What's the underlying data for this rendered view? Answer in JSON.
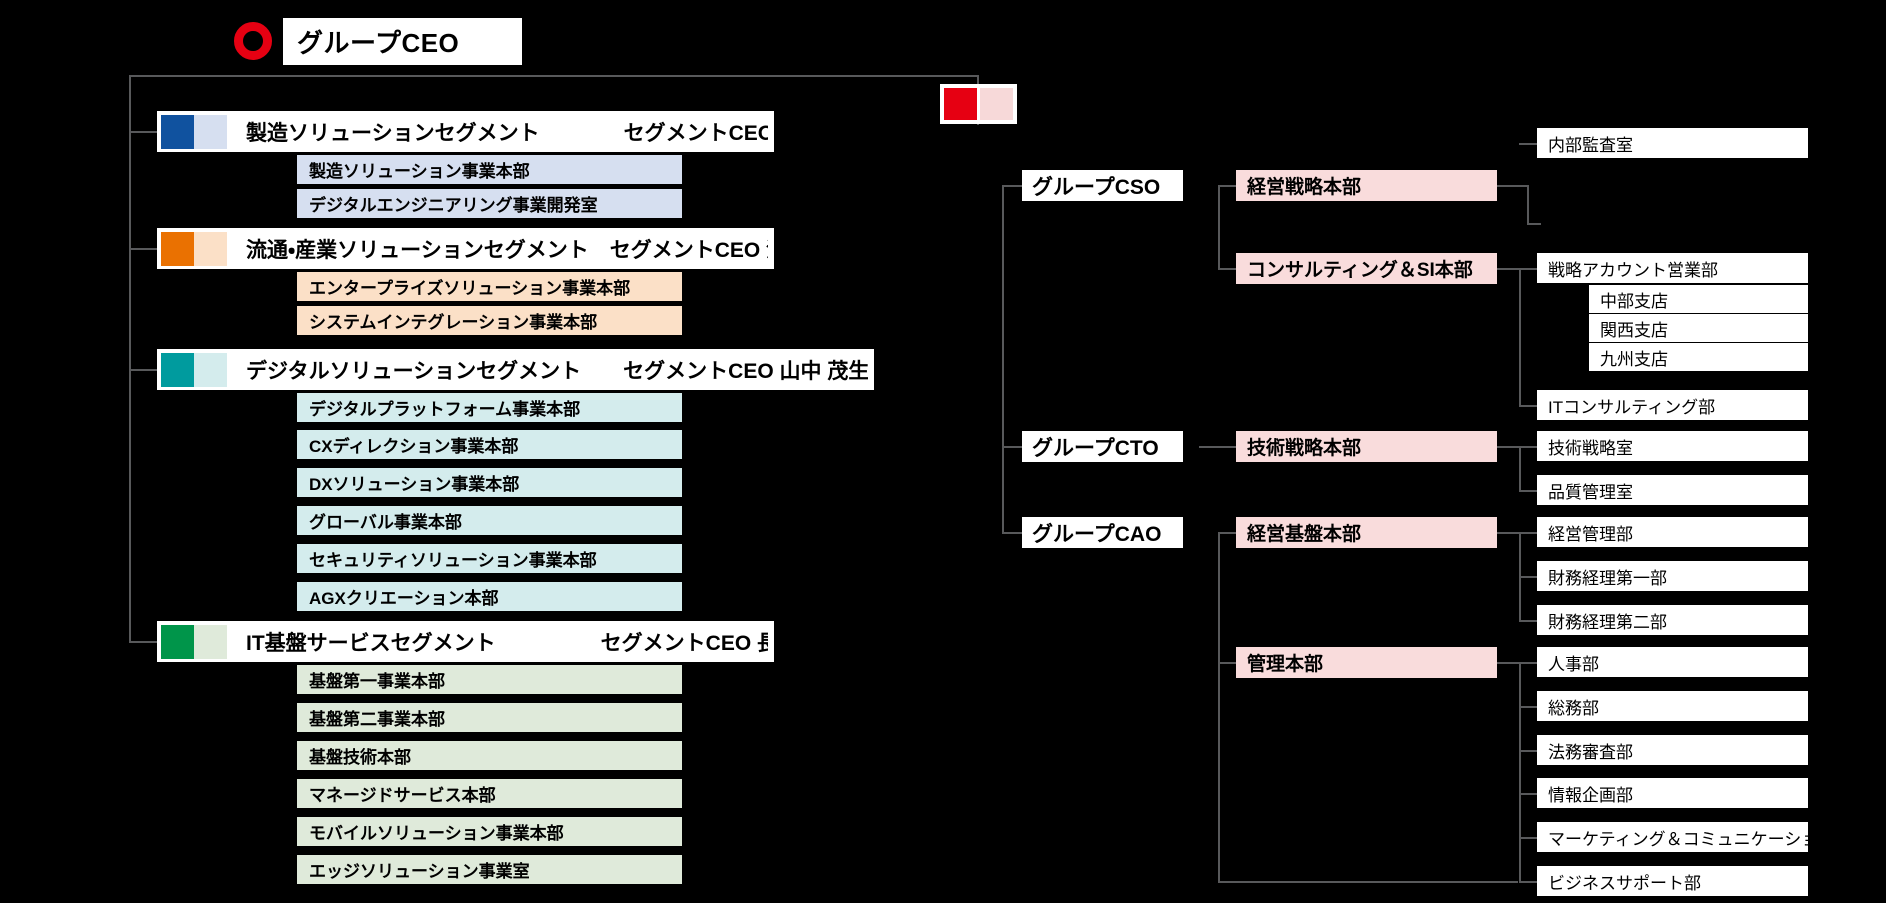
{
  "chart_title": "グループCEO",
  "colors": {
    "accent_red": "#e60012",
    "legend_light": "#f7d9d9",
    "division_pink": "#f9dcdc",
    "seg_mfg_dark": "#10529f",
    "seg_mfg_light": "#d6dff0",
    "seg_dist_dark": "#ea7101",
    "seg_dist_light": "#fbe0c7",
    "seg_digi_dark": "#009b9e",
    "seg_digi_light": "#d4eced",
    "seg_it_dark": "#00954a",
    "seg_it_light": "#dfeada",
    "line": "#58595b",
    "background": "#000000"
  },
  "root": {
    "label": "グループCEO",
    "mark": "red-ring-icon"
  },
  "legend": {
    "swatch_a": "red-swatch",
    "swatch_b": "pink-swatch"
  },
  "segments": [
    {
      "name": "製造ソリューションセグメント",
      "ceo_label": "セグメントCEO  佐藤",
      "header_text": "製造ソリューションセグメント　　　　セグメントCEO  佐藤",
      "chip_dark": "#10529f",
      "chip_light": "#d6dff0",
      "unit_bg": "#d6dff0",
      "units": [
        "製造ソリューション事業本部",
        "デジタルエンジニアリング事業開発室"
      ]
    },
    {
      "name": "流通・産業ソリューションセグメント",
      "ceo_label": "セグメントCEO 池田",
      "header_text": "流通・産業ソリューションセグメント　セグメントCEO 池田",
      "chip_dark": "#ea7101",
      "chip_light": "#fbe0c7",
      "unit_bg": "#fbe0c7",
      "units": [
        "エンタープライズソリューション事業本部",
        "システムインテグレーション事業本部"
      ]
    },
    {
      "name": "デジタルソリューションセグメント",
      "ceo_label": "セグメントCEO 山中 茂生",
      "header_text": "デジタルソリューションセグメント　　セグメントCEO 山中 茂生",
      "chip_dark": "#009b9e",
      "chip_light": "#d4eced",
      "unit_bg": "#d4eced",
      "units": [
        "デジタルプラットフォーム事業本部",
        "CXディレクション事業本部",
        "DXソリューション事業本部",
        "グローバル事業本部",
        "セキュリティソリューション事業本部",
        "AGXクリエーション本部"
      ]
    },
    {
      "name": "IT基盤サービスセグメント",
      "ceo_label": "セグメントCEO 長尾",
      "header_text": "IT基盤サービスセグメント　　　　　セグメントCEO 長尾",
      "chip_dark": "#00954a",
      "chip_light": "#dfeada",
      "unit_bg": "#dfeada",
      "units": [
        "基盤第一事業本部",
        "基盤第二事業本部",
        "基盤技術本部",
        "マネージドサービス本部",
        "モバイルソリューション事業本部",
        "エッジソリューション事業室"
      ]
    }
  ],
  "officers": [
    {
      "label": "グループCSO"
    },
    {
      "label": "グループCTO"
    },
    {
      "label": "グループCAO"
    }
  ],
  "divisions": [
    {
      "label": "経営戦略本部"
    },
    {
      "label": "コンサルティング＆SI本部"
    },
    {
      "label": "技術戦略本部"
    },
    {
      "label": "経営基盤本部"
    },
    {
      "label": "管理本部"
    }
  ],
  "departments": [
    {
      "label": "内部監査室"
    },
    {
      "label": "戦略アカウント営業部"
    },
    {
      "label": "中部支店"
    },
    {
      "label": "関西支店"
    },
    {
      "label": "九州支店"
    },
    {
      "label": "ITコンサルティング部"
    },
    {
      "label": "技術戦略室"
    },
    {
      "label": "品質管理室"
    },
    {
      "label": "経営管理部"
    },
    {
      "label": "財務経理第一部"
    },
    {
      "label": "財務経理第二部"
    },
    {
      "label": "人事部"
    },
    {
      "label": "総務部"
    },
    {
      "label": "法務審査部"
    },
    {
      "label": "情報企画部"
    },
    {
      "label": "マーケティング＆コミュニケーション部"
    },
    {
      "label": "ビジネスサポート部"
    }
  ]
}
